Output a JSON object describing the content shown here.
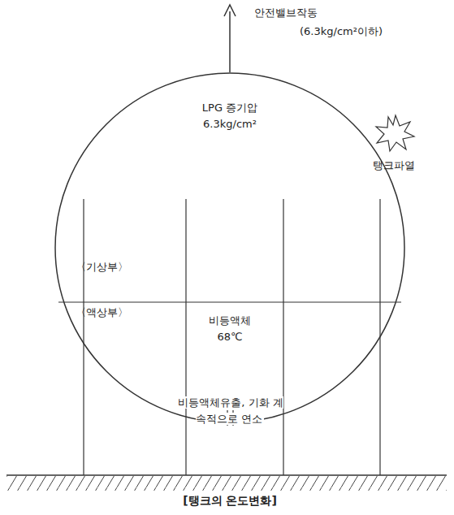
{
  "diagram": {
    "caption": "[탱크의 온도변화]",
    "nodes": [
      {
        "text": [
          "LPG 증기압 6.3kg/cm²",
          "〈기상부〉",
          "탱크파열",
          "〈액상부〉",
          "비등액체 68℃"
        ]
      }
    ],
    "labels": [
      "안전밸브작동",
      "(6.3kg/cm²이하)",
      "비등액체유출, 기화 계속적으로 연소"
    ]
  }
}
